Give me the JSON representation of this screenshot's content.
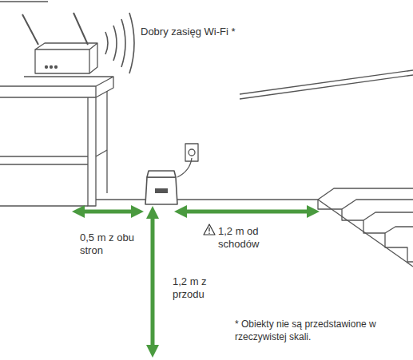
{
  "diagram": {
    "labels": [
      "Dobry zasięg Wi-Fi *",
      "0,5 m z obu stron",
      "1,2 m od schodów",
      "1,2 m z przodu",
      "* Obiekty nie są przedstawione w rzeczywistej skali."
    ]
  }
}
